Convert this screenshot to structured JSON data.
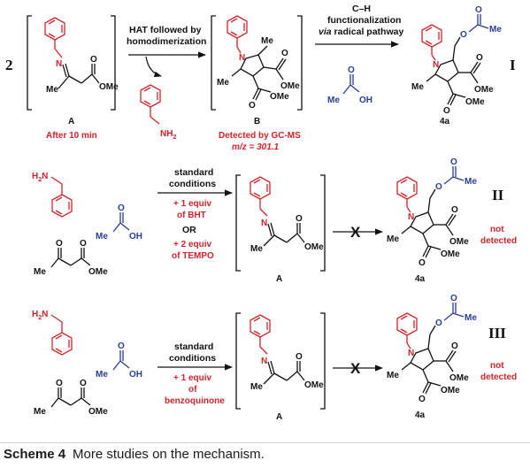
{
  "scheme": {
    "label": "Scheme 4",
    "title": "More studies on the mechanism."
  },
  "row1": {
    "coefficient": "2",
    "compound_A_label": "A",
    "compound_A_time": "After 10 min",
    "step1_line1": "HAT followed by",
    "step1_line2": "homodimerization",
    "compound_B_label": "B",
    "detected_line1": "Detected by GC-MS",
    "detected_line2": "m/z = 301.1",
    "step2_line1": "C–H",
    "step2_line2": "functionalization",
    "step2_line3_italic": "via",
    "step2_line3_rest": " radical pathway",
    "acid_label": "Me",
    "acid_oh": "OH",
    "product_label": "4a",
    "roman": "I",
    "nh2": "NH",
    "nh2_sub": "2"
  },
  "row2": {
    "amine": "H",
    "amine2": "N",
    "cond_line1": "standard",
    "cond_line2": "conditions",
    "add1_line1": "+ 1 equiv",
    "add1_line2": "of BHT",
    "or": "OR",
    "add2_line1": "+ 2 equiv",
    "add2_line2": "of TEMPO",
    "compound_A_label": "A",
    "product_label": "4a",
    "roman": "II",
    "status_line1": "not",
    "status_line2": "detected",
    "blocked_mark": "X"
  },
  "row3": {
    "cond_line1": "standard",
    "cond_line2": "conditions",
    "add_line1": "+ 1 equiv",
    "add_line2": "of",
    "add_line3": "benzoquinone",
    "compound_A_label": "A",
    "product_label": "4a",
    "roman": "III",
    "status_line1": "not",
    "status_line2": "detected",
    "blocked_mark": "X"
  },
  "atoms": {
    "N": "N",
    "O": "O",
    "Me": "Me",
    "OMe": "OMe"
  },
  "colors": {
    "red": "#d2232a",
    "blue": "#2a3c96",
    "ink": "#111111"
  }
}
